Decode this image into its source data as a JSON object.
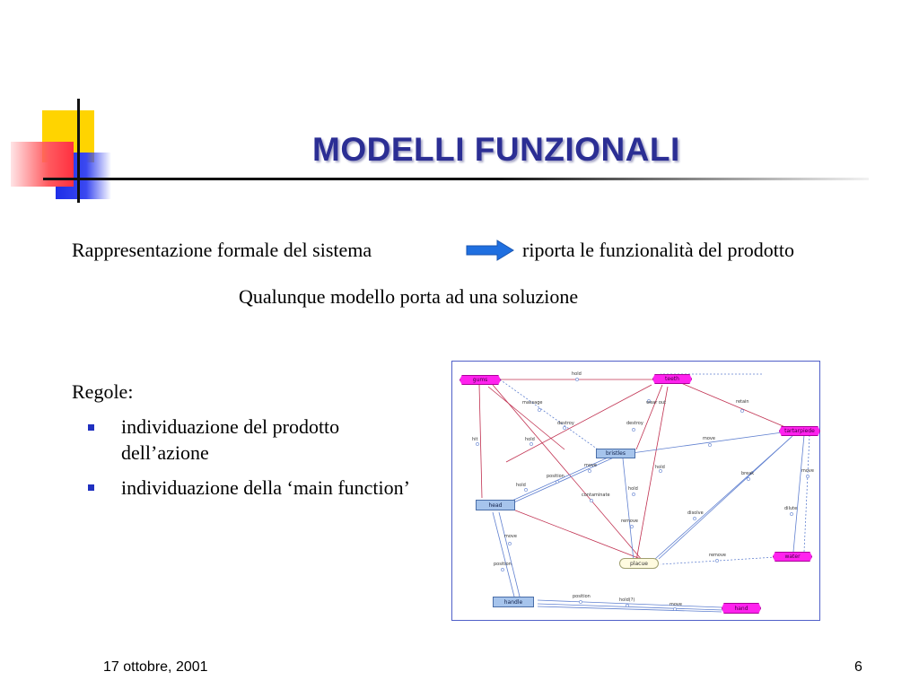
{
  "slide": {
    "title": "MODELLI FUNZIONALI",
    "line1_left": "Rappresentazione formale del sistema",
    "line1_right": "riporta le funzionalità del prodotto",
    "line2": "Qualunque modello porta ad una soluzione",
    "rules_heading": "Regole:",
    "bullets": [
      "individuazione del prodotto dell’azione",
      "individuazione della ‘main function’"
    ]
  },
  "diagram": {
    "nodes": {
      "gums": "gums",
      "teeth": "teeth",
      "tartar": "tartarpiede",
      "bristles": "bristles",
      "head": "head",
      "plaque": "placue",
      "water": "water",
      "handle": "handle",
      "hand": "hand"
    },
    "edges": {
      "hold_top": "hold",
      "massage": "massage",
      "wear_out": "wear out",
      "retain": "retain",
      "destroy1": "destroy",
      "destroy2": "destroy",
      "hit": "hit",
      "hold_a": "hold",
      "move_a": "move",
      "move_b": "move",
      "position_a": "position",
      "hold_b": "hold",
      "hold_c": "hold",
      "break": "break",
      "move_c": "move",
      "hold_d": "hold",
      "contaminate": "contaminate",
      "dissolve": "disolve",
      "dilute": "dilute",
      "remove_a": "remove",
      "remove_b": "remove",
      "move_d": "move",
      "position_b": "position",
      "position_c": "position",
      "hold_e": "hold(?)",
      "move_e": "move"
    }
  },
  "footer": {
    "date": "17 ottobre, 2001",
    "page": "6"
  },
  "colors": {
    "title": "#2b2e94",
    "accent_yellow": "#ffd400",
    "accent_blue": "#1e2ee8",
    "accent_red": "#ff3040",
    "arrow": "#1f6fe0",
    "bullet": "#2030c0"
  }
}
